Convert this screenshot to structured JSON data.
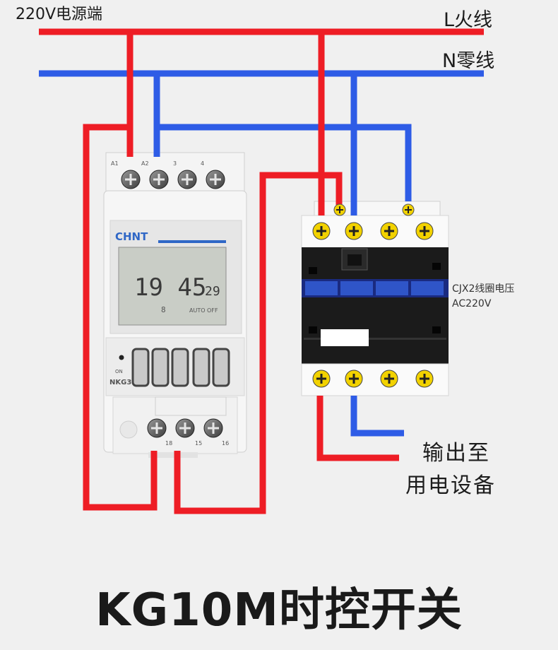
{
  "labels": {
    "power_source": "220V电源端",
    "live_wire": "L火线",
    "neutral_wire": "N零线",
    "coil_voltage_line1": "CJX2线圈电压",
    "coil_voltage_line2": "AC220V",
    "output_line1": "输出至",
    "output_line2": "用电设备",
    "title": "KG10M时控开关"
  },
  "timer": {
    "brand": "CHNT",
    "model": "NKG3",
    "time_main": "19 45",
    "time_seconds": "29",
    "day_indicator": "8",
    "mode_text": "AUTO OFF",
    "led_label": "ON",
    "top_terminals": [
      "A1",
      "A2",
      "3",
      "4"
    ],
    "bottom_terminals": [
      "18",
      "15",
      "16"
    ]
  },
  "colors": {
    "live": "#ee1d25",
    "neutral": "#2e5ce6",
    "device_body": "#f4f4f4",
    "terminal_yellow": "#f2d200",
    "background": "#f0f0f0"
  },
  "icons": {
    "terminal_screw": "cross-screw-icon"
  }
}
